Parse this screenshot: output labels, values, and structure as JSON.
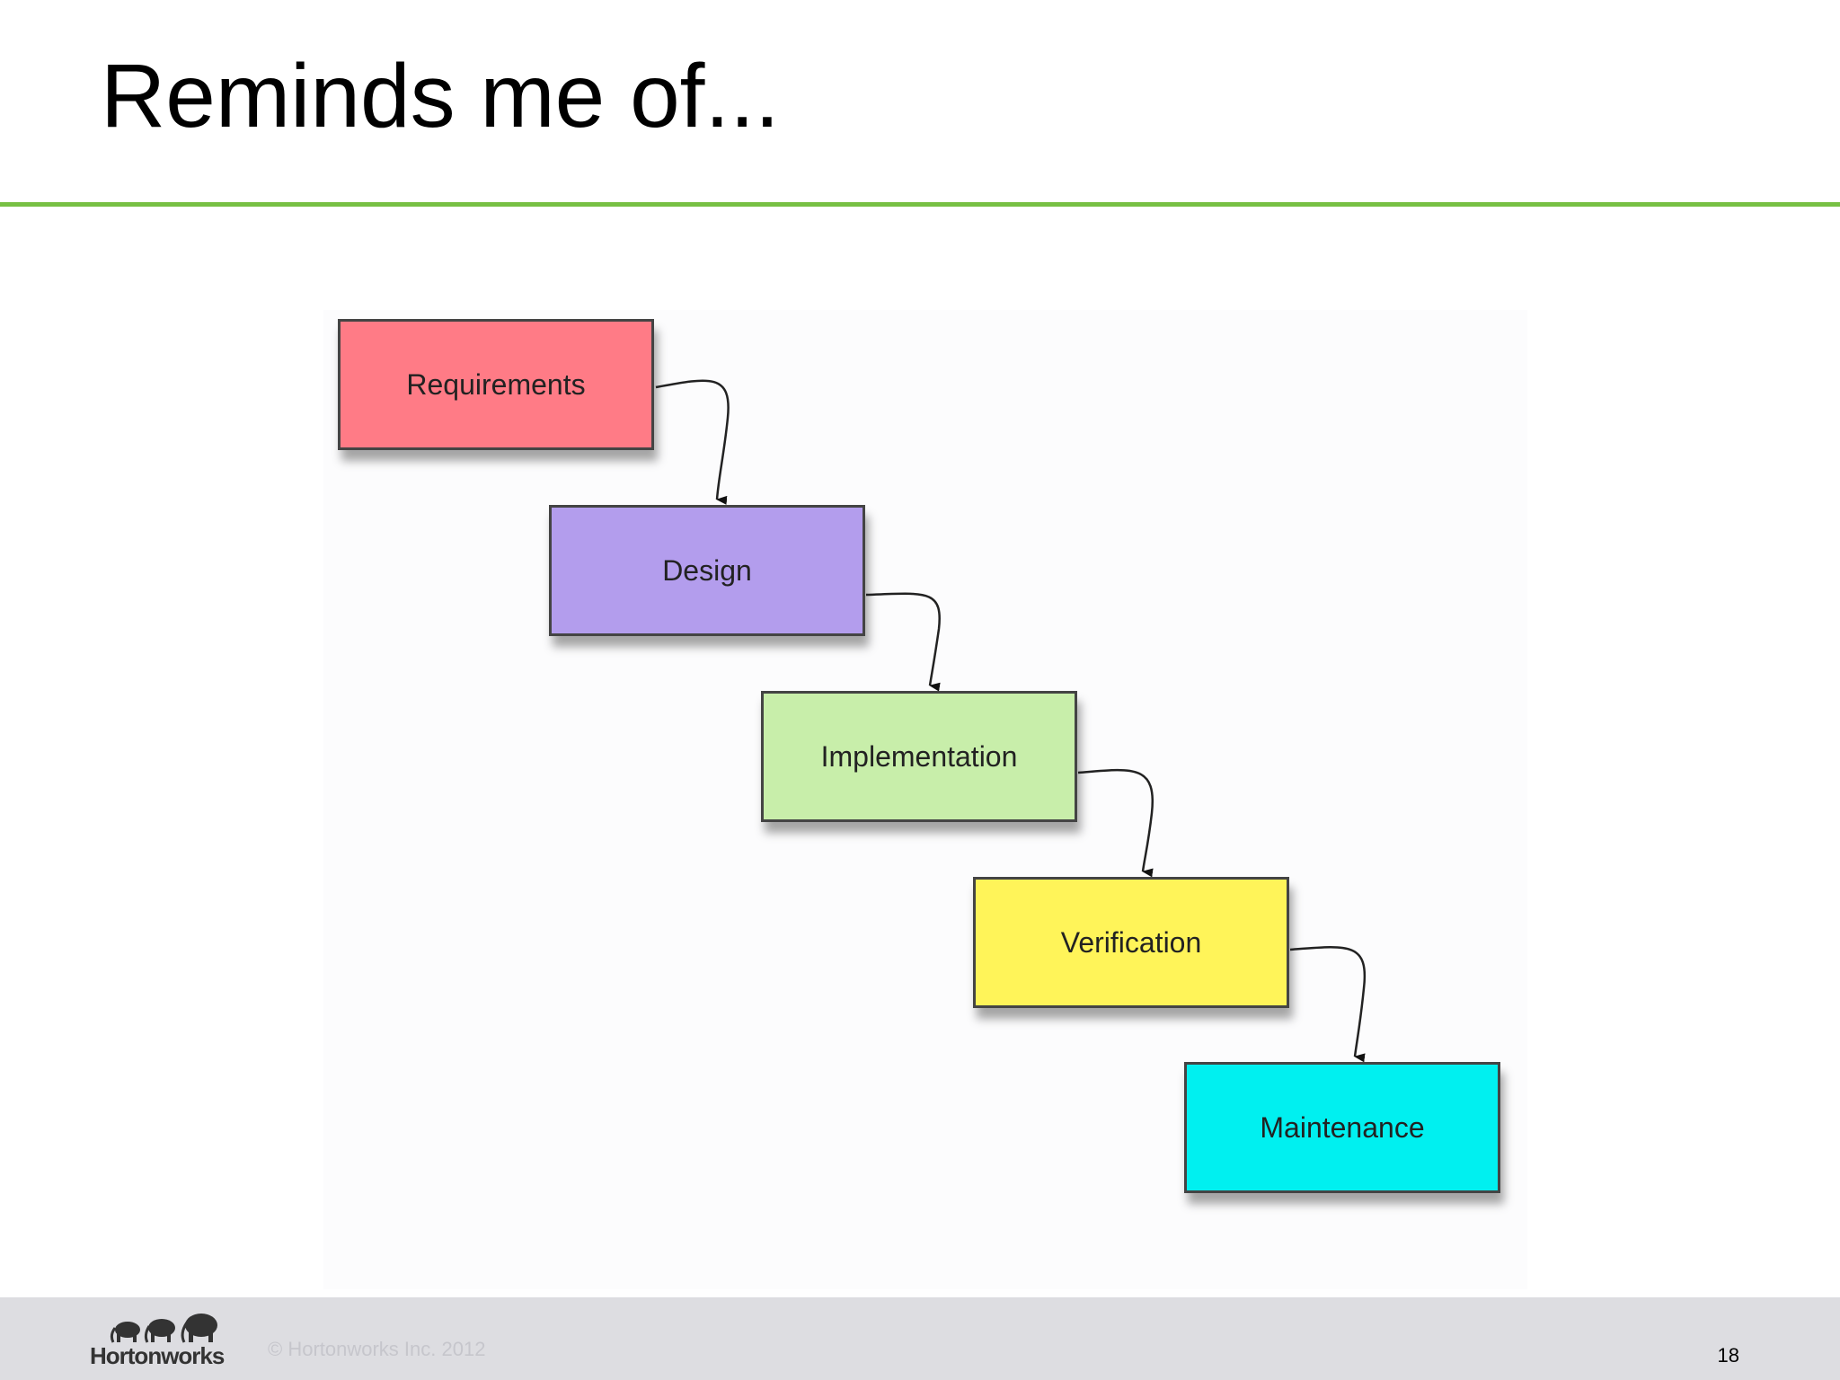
{
  "slide": {
    "title": "Reminds me of...",
    "page_number": "18"
  },
  "footer": {
    "logo_text": "Hortonworks",
    "copyright": "© Hortonworks Inc. 2012"
  },
  "diagram": {
    "steps": [
      {
        "label": "Requirements",
        "color": "#ff7b86"
      },
      {
        "label": "Design",
        "color": "#b39ded"
      },
      {
        "label": "Implementation",
        "color": "#c8eeaa"
      },
      {
        "label": "Verification",
        "color": "#fff459"
      },
      {
        "label": "Maintenance",
        "color": "#00f0f0"
      }
    ]
  },
  "colors": {
    "accent_rule": "#77c043",
    "footer_bg": "#dddde1"
  }
}
